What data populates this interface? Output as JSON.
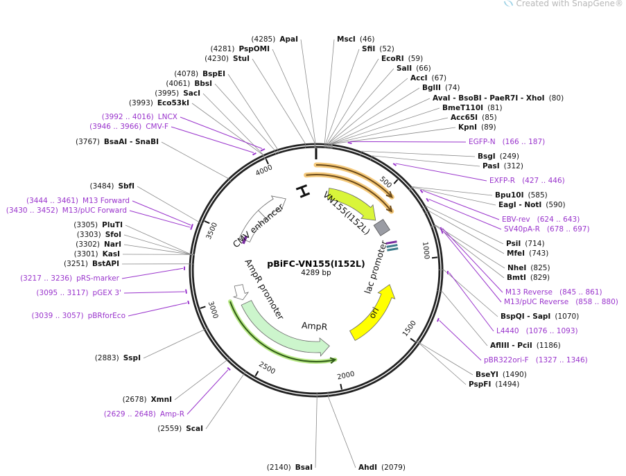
{
  "watermark": {
    "prefix": "Created with ",
    "brand": "SnapGene",
    "mark": "®"
  },
  "plasmid": {
    "name": "pBiFC-VN155(I152L)",
    "size": "4289 bp",
    "length_bp": 4289
  },
  "sites": [
    {
      "name": "ApaI",
      "pos": "4285"
    },
    {
      "name": "PspOMI",
      "pos": "4281"
    },
    {
      "name": "StuI",
      "pos": "4230"
    },
    {
      "name": "BspEI",
      "pos": "4078"
    },
    {
      "name": "BbsI",
      "pos": "4061"
    },
    {
      "name": "SacI",
      "pos": "3995"
    },
    {
      "name": "Eco53kI",
      "pos": "3993"
    },
    {
      "name": "BsaAI  - SnaBI",
      "pos": "3767"
    },
    {
      "name": "SbfI",
      "pos": "3484"
    },
    {
      "name": "PluTI",
      "pos": "3305"
    },
    {
      "name": "SfoI",
      "pos": "3303"
    },
    {
      "name": "NarI",
      "pos": "3302"
    },
    {
      "name": "KasI",
      "pos": "3301"
    },
    {
      "name": "BstAPI",
      "pos": "3251"
    },
    {
      "name": "SspI",
      "pos": "2883"
    },
    {
      "name": "XmnI",
      "pos": "2678"
    },
    {
      "name": "ScaI",
      "pos": "2559"
    },
    {
      "name": "BsaI",
      "pos": "2140"
    },
    {
      "name": "MscI",
      "pos": "46"
    },
    {
      "name": "SfiI",
      "pos": "52"
    },
    {
      "name": "EcoRI",
      "pos": "59"
    },
    {
      "name": "SalI",
      "pos": "66"
    },
    {
      "name": "AccI",
      "pos": "67"
    },
    {
      "name": "BglII",
      "pos": "74"
    },
    {
      "name": "AvaI  - BsoBI  - PaeR7I  - XhoI",
      "pos": "80"
    },
    {
      "name": "BmeT110I",
      "pos": "81"
    },
    {
      "name": "Acc65I",
      "pos": "85"
    },
    {
      "name": "KpnI",
      "pos": "89"
    },
    {
      "name": "BsgI",
      "pos": "249"
    },
    {
      "name": "PasI",
      "pos": "312"
    },
    {
      "name": "Bpu10I",
      "pos": "585"
    },
    {
      "name": "EagI  - NotI",
      "pos": "590"
    },
    {
      "name": "PsiI",
      "pos": "714"
    },
    {
      "name": "MfeI",
      "pos": "743"
    },
    {
      "name": "NheI",
      "pos": "825"
    },
    {
      "name": "BmtI",
      "pos": "829"
    },
    {
      "name": "BspQI  - SapI",
      "pos": "1070"
    },
    {
      "name": "AflIII  - PciI",
      "pos": "1186"
    },
    {
      "name": "BseYI",
      "pos": "1490"
    },
    {
      "name": "PspFI",
      "pos": "1494"
    },
    {
      "name": "AhdI",
      "pos": "2079"
    }
  ],
  "primers": [
    {
      "name": "LNCX",
      "start": "3992",
      "end": "4016"
    },
    {
      "name": "CMV-F",
      "start": "3946",
      "end": "3966"
    },
    {
      "name": "M13 Forward",
      "start": "3444",
      "end": "3461"
    },
    {
      "name": "M13/pUC Forward",
      "start": "3430",
      "end": "3452"
    },
    {
      "name": "pRS-marker",
      "start": "3217",
      "end": "3236"
    },
    {
      "name": "pGEX 3'",
      "start": "3095",
      "end": "3117"
    },
    {
      "name": "pBRforEco",
      "start": "3039",
      "end": "3057"
    },
    {
      "name": "Amp-R",
      "start": "2629",
      "end": "2648"
    },
    {
      "name": "EGFP-N",
      "start": "166",
      "end": "187"
    },
    {
      "name": "EXFP-R",
      "start": "427",
      "end": "446"
    },
    {
      "name": "EBV-rev",
      "start": "624",
      "end": "643"
    },
    {
      "name": "SV40pA-R",
      "start": "678",
      "end": "697"
    },
    {
      "name": "M13 Reverse",
      "start": "845",
      "end": "861"
    },
    {
      "name": "M13/pUC Reverse",
      "start": "858",
      "end": "880"
    },
    {
      "name": "L4440",
      "start": "1076",
      "end": "1093"
    },
    {
      "name": "pBR322ori-F",
      "start": "1327",
      "end": "1346"
    }
  ],
  "features": {
    "cmv": "CMV enhancer",
    "vn155": "VN155(I152L)",
    "lac": "lac promoter",
    "ori": "ori",
    "ampr_promoter": "AmpR promoter",
    "ampr": "AmpR"
  },
  "ticks": [
    "500",
    "1000",
    "1500",
    "2000",
    "2500",
    "3000",
    "3500",
    "4000"
  ],
  "colors": {
    "enzyme": "#111111",
    "primer": "#9933cc",
    "vn155": "#d9f53a",
    "ori": "#ffff00",
    "ampr": "#ccf5cc",
    "orange": "#f5c97a"
  }
}
